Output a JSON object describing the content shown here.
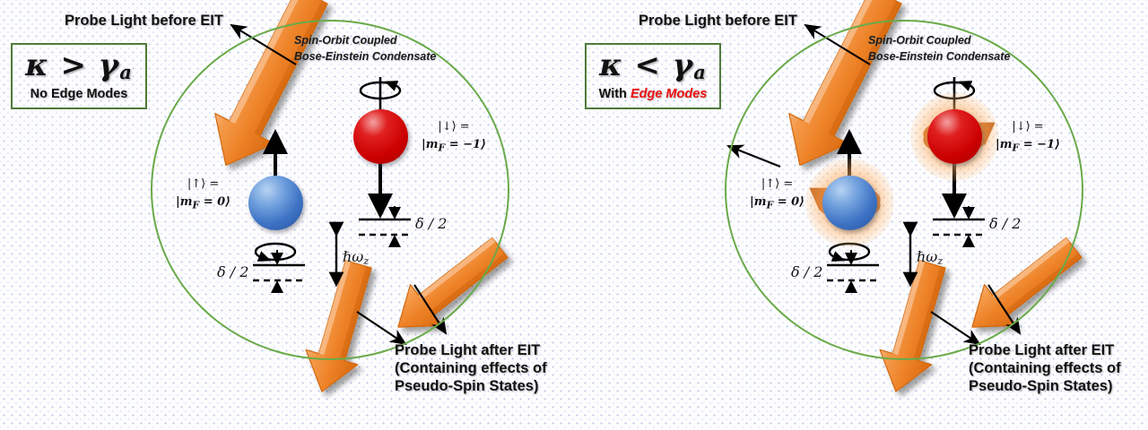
{
  "figure": {
    "type": "physics-schematic",
    "background": "#fdfdff",
    "dot_color": "#b9c6e8"
  },
  "colors": {
    "circle_outline": "#6aaa4a",
    "box_outline": "#4f7a3a",
    "arrow_orange": "#ef8326",
    "ring_orange": "#c0601a",
    "glow_orange": "#ff963c",
    "sphere_up": "#3e73c4",
    "sphere_down": "#cc0000",
    "edge_mode_red": "#ee1111",
    "text": "#111111"
  },
  "panels": [
    {
      "id": "no-edge-modes",
      "condition": {
        "kappa": "κ",
        "relation": ">",
        "gamma": "γ",
        "gamma_sub": "a",
        "caption_plain": "No Edge Modes",
        "caption_emphasis": "",
        "has_emphasis": false
      },
      "bec_title_line1": "Spin-Orbit  Coupled",
      "bec_title_line2": "Bose-Einstein  Condensate",
      "label_before": "Probe Light before EIT",
      "label_after_line1": "Probe Light after EIT",
      "label_after_line2": "(Containing effects of",
      "label_after_line3": "Pseudo-Spin States)",
      "spin_up": {
        "ket": "|↑⟩ =",
        "quantum_number": "|m",
        "quantum_sub": "F",
        "quantum_value": " = 0⟩",
        "color": "#3e73c4",
        "edge_mode": false
      },
      "spin_down": {
        "ket": "|↓⟩ =",
        "quantum_number": "|m",
        "quantum_sub": "F",
        "quantum_value": " = −1⟩",
        "color": "#cc0000",
        "edge_mode": false
      },
      "detuning_label": "δ / 2",
      "zeeman_label": "ℏω",
      "zeeman_sub": "z"
    },
    {
      "id": "with-edge-modes",
      "condition": {
        "kappa": "κ",
        "relation": "<",
        "gamma": "γ",
        "gamma_sub": "a",
        "caption_plain": "With ",
        "caption_emphasis": "Edge Modes",
        "has_emphasis": true
      },
      "bec_title_line1": "Spin-Orbit  Coupled",
      "bec_title_line2": "Bose-Einstein  Condensate",
      "label_before": "Probe Light before EIT",
      "label_after_line1": "Probe Light after EIT",
      "label_after_line2": "(Containing effects of",
      "label_after_line3": "Pseudo-Spin States)",
      "spin_up": {
        "ket": "|↑⟩ =",
        "quantum_number": "|m",
        "quantum_sub": "F",
        "quantum_value": " = 0⟩",
        "color": "#3e73c4",
        "edge_mode": true
      },
      "spin_down": {
        "ket": "|↓⟩ =",
        "quantum_number": "|m",
        "quantum_sub": "F",
        "quantum_value": " = −1⟩",
        "color": "#cc0000",
        "edge_mode": true
      },
      "detuning_label": "δ / 2",
      "zeeman_label": "ℏω",
      "zeeman_sub": "z"
    }
  ]
}
